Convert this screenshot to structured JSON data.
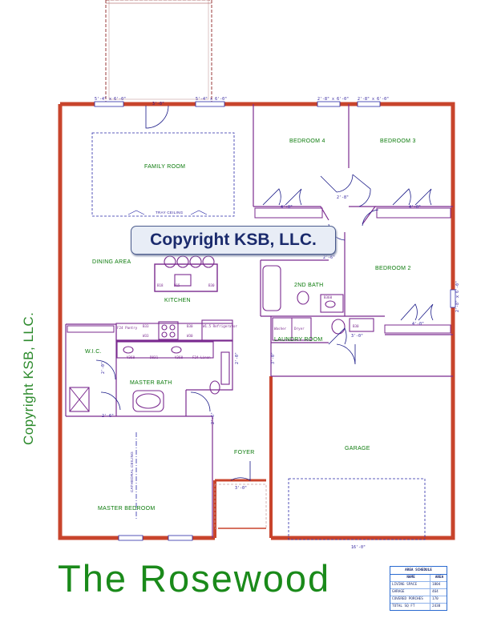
{
  "copyright_banner": "Copyright KSB, LLC.",
  "side_copyright": "Copyright KSB, LLC.",
  "title": "The Rosewood",
  "rooms": {
    "family_room": "FAMILY ROOM",
    "tray_ceiling": "TRAY CEILING",
    "dining_area": "DINING AREA",
    "kitchen": "KITCHEN",
    "bedroom4": "BEDROOM 4",
    "bedroom3": "BEDROOM 3",
    "bedroom2": "BEDROOM 2",
    "second_bath": "2ND BATH",
    "laundry": "LAUNDRY ROOM",
    "wic": "W.I.C.",
    "master_bath": "MASTER BATH",
    "master_bedroom": "MASTER BEDROOM",
    "cathedral": "CATHEDRAL CEILING",
    "foyer": "FOYER",
    "garage": "GARAGE"
  },
  "dimensions": {
    "win_left": "5'-4\" x 6'-0\"",
    "win_mid": "5'-4\" x 6'-0\"",
    "win_b4": "2'-8\" x 6'-0\"",
    "win_b3": "2'-8\" x 6'-0\"",
    "door_family": "3'-0\"",
    "clo_b4": "4'-0\"",
    "clo_b3": "4'-0\"",
    "hall_door": "2'-8\"",
    "bath_door": "2'-6\"",
    "clo_b2": "4'-0\"",
    "win_b2": "2'-8\" x 6'-0\"",
    "laundry_door": "3'-0\"",
    "hall_right": "3'-0\"",
    "mb_door": "2'-0\"",
    "mb_door2": "2'-0\"",
    "mbr_door": "2'-6\"",
    "closet_door": "2'-6\"",
    "foyer_door": "3'-0\"",
    "garage_door": "16'-0\"",
    "mbed_door": "2'-6\"",
    "garage_side": "3'-0\""
  },
  "fixtures": {
    "b18": "B18",
    "b15": "B15",
    "b30": "B30",
    "w33": "W33",
    "b33": "B33",
    "w30": "W30",
    "pantry": "F24 Pantry",
    "refrigerator": "W1.5 Refrigerator",
    "v360a": "V360",
    "d031": "D031",
    "v360b": "V360",
    "linen": "F24 Linen",
    "washer": "Washer",
    "dryer": "Dryer",
    "b360": "B360",
    "b30c": "B30",
    "bcab": "B30"
  },
  "area_schedule": {
    "title": "AREA SCHEDULE",
    "col_name": "NAME",
    "col_area": "AREA",
    "rows": [
      {
        "name": "LIVING SPACE",
        "area": "1804"
      },
      {
        "name": "GARAGE",
        "area": "464"
      },
      {
        "name": "COVERED PORCHES",
        "area": "170"
      },
      {
        "name": "TOTAL SQ FT",
        "area": "2438"
      }
    ]
  },
  "colors": {
    "exterior_wall": "#c8442c",
    "interior_wall": "#7b2b8f",
    "room_label": "#0a7a0a",
    "dimension": "#2a1a9a",
    "title": "#1a8a1a"
  }
}
